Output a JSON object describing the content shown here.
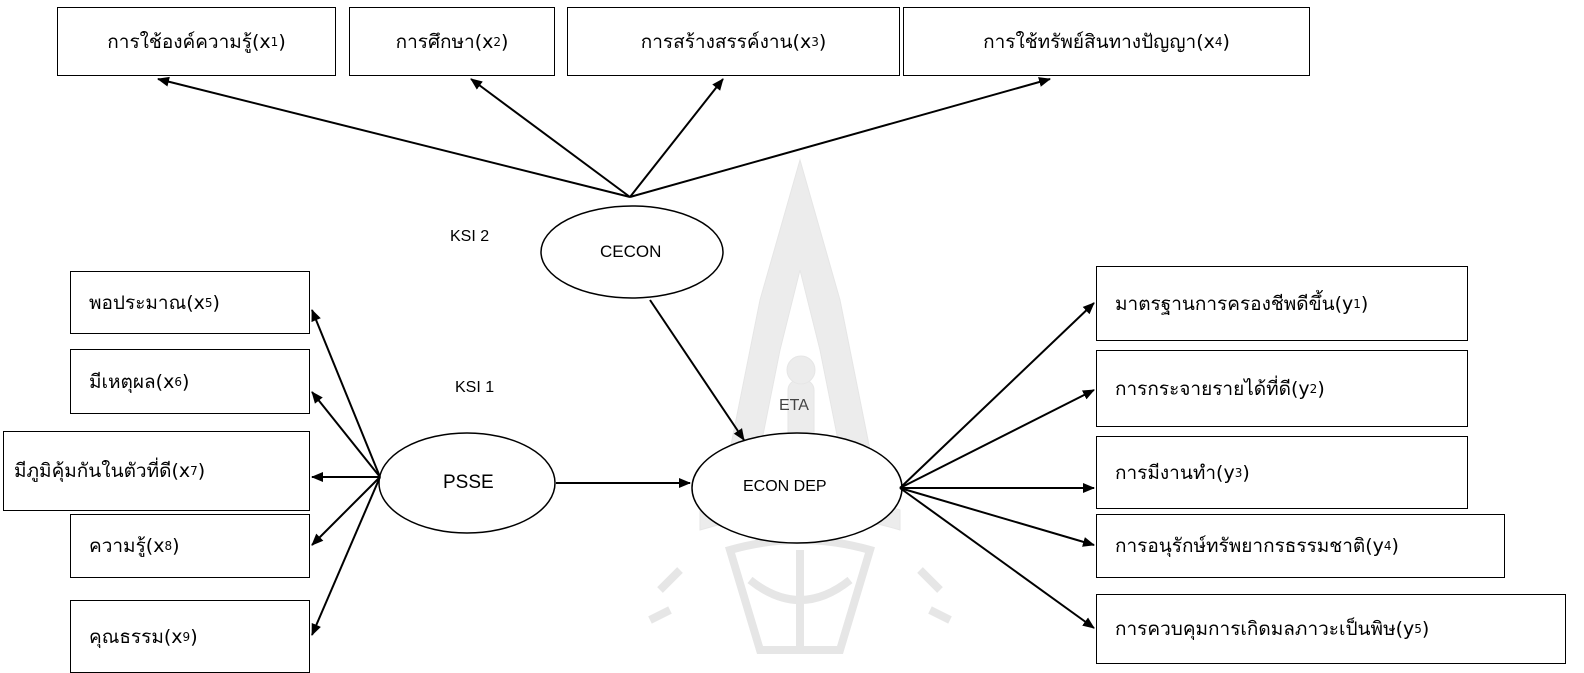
{
  "observed_x_top": [
    {
      "text": "การใช้องค์ความรู้",
      "var": "x",
      "idx": "1",
      "close": ")"
    },
    {
      "text": "การศึกษา",
      "var": "x",
      "idx": "2",
      "close": ")"
    },
    {
      "text": "การสร้างสรรค์งาน",
      "var": "x",
      "idx": "3",
      "close": " )"
    },
    {
      "text": "การใช้ทรัพย์สินทางปัญญา",
      "var": "x",
      "idx": "4",
      "close": " )"
    }
  ],
  "observed_x_left": [
    {
      "text": "พอประมาณ",
      "var": "x",
      "idx": "5",
      "close": ")"
    },
    {
      "text": "มีเหตุผล",
      "var": "x",
      "idx": "6",
      "close": " )"
    },
    {
      "text": "มีภูมิคุ้มกันในตัวที่ดี",
      "var": "x",
      "idx": "7",
      "close": ")"
    },
    {
      "text": "ความรู้ ",
      "var": "x",
      "idx": "8",
      "close": ")"
    },
    {
      "text": "คุณธรรม",
      "var": "x",
      "idx": "9",
      "close": ")"
    }
  ],
  "observed_y_right": [
    {
      "text": "มาตรฐานการครองชีพดีขึ้น",
      "var": "y",
      "idx": "1",
      "close": ")"
    },
    {
      "text": "การกระจายรายได้ที่ดี ",
      "var": "y",
      "idx": "2",
      "close": ")"
    },
    {
      "text": "การมีงานทำ  ",
      "var": "y",
      "idx": "3",
      "close": ")"
    },
    {
      "text": "การอนุรักษ์ทรัพยากรธรรมชาติ ",
      "var": "y",
      "idx": "4",
      "close": ")"
    },
    {
      "text": "การควบคุมการเกิดมลภาวะเป็นพิษ ",
      "var": "y",
      "idx": "5",
      "close": ")"
    }
  ],
  "latent": {
    "cecon": {
      "name": "CECON",
      "tag": "KSI 2"
    },
    "psse": {
      "name": "PSSE",
      "tag": "KSI 1"
    },
    "econ": {
      "name": "ECON DEP",
      "tag": "ETA"
    }
  },
  "colors": {
    "line": "#000000",
    "watermark": "#ececec"
  }
}
